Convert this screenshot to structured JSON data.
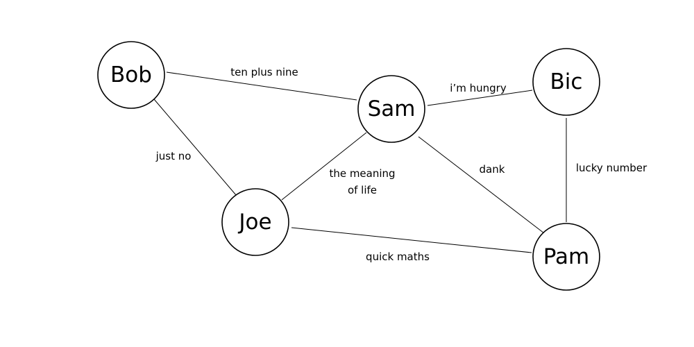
{
  "nodes": [
    {
      "id": "bob",
      "label": "Bob"
    },
    {
      "id": "sam",
      "label": "Sam"
    },
    {
      "id": "bic",
      "label": "Bic"
    },
    {
      "id": "joe",
      "label": "Joe"
    },
    {
      "id": "pam",
      "label": "Pam"
    }
  ],
  "edges": [
    {
      "from": "bob",
      "to": "sam",
      "label": "ten plus nine"
    },
    {
      "from": "bob",
      "to": "joe",
      "label": "just no"
    },
    {
      "from": "sam",
      "to": "bic",
      "label": "i’m hungry"
    },
    {
      "from": "sam",
      "to": "joe",
      "label": "the meaning of life"
    },
    {
      "from": "sam",
      "to": "pam",
      "label": "dank"
    },
    {
      "from": "bic",
      "to": "pam",
      "label": "lucky number"
    },
    {
      "from": "joe",
      "to": "pam",
      "label": "quick maths"
    }
  ]
}
